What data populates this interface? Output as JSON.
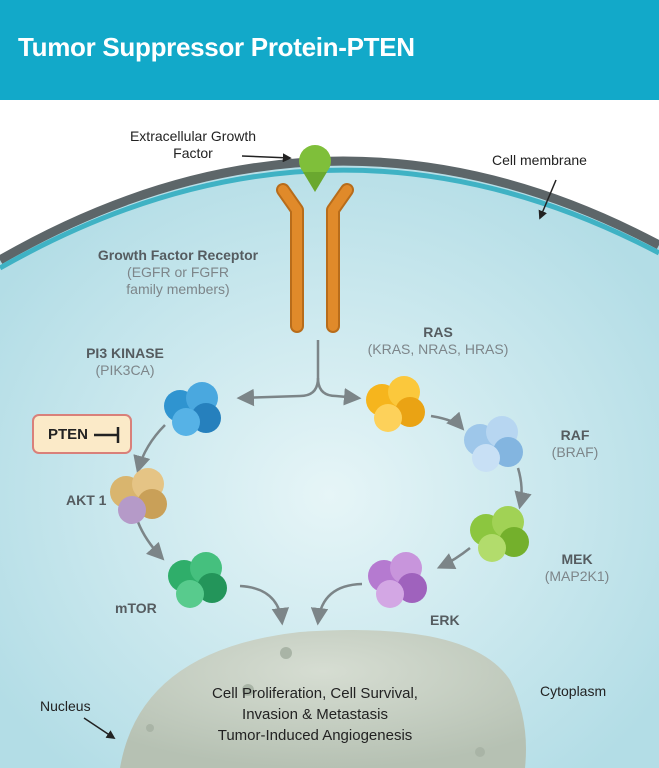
{
  "title": "Tumor Suppressor Protein-PTEN",
  "labels": {
    "growth_factor_line1": "Extracellular Growth",
    "growth_factor_line2": "Factor",
    "cell_membrane": "Cell membrane",
    "receptor_title": "Growth Factor Receptor",
    "receptor_sub1": "(EGFR or FGFR",
    "receptor_sub2": "family members)",
    "pi3k_title": "PI3 KINASE",
    "pi3k_sub": "(PIK3CA)",
    "ras_title": "RAS",
    "ras_sub": "(KRAS, NRAS, HRAS)",
    "raf_title": "RAF",
    "raf_sub": "(BRAF)",
    "mek_title": "MEK",
    "mek_sub": "(MAP2K1)",
    "erk": "ERK",
    "akt": "AKT 1",
    "mtor": "mTOR",
    "pten": "PTEN",
    "nucleus": "Nucleus",
    "cytoplasm": "Cytoplasm",
    "outcome_line1": "Cell Proliferation, Cell Survival,",
    "outcome_line2": "Invasion & Metastasis",
    "outcome_line3": "Tumor-Induced Angiogenesis"
  },
  "colors": {
    "header": "#12a9c9",
    "cytoplasm": "#bfe3ea",
    "membrane": "#5d6669",
    "nucleus": "#c9d3c6",
    "receptor": "#e08a2a",
    "growth_factor": "#7fbf3a",
    "pi3k": "#2f94d0",
    "ras": "#f6b51d",
    "raf": "#9ec7ea",
    "mek": "#8cc63f",
    "erk": "#b57ad0",
    "akt": "#d9b56e",
    "mtor": "#2fae6a",
    "pten_border": "#d9807a",
    "pten_fill": "#fbeac8"
  }
}
